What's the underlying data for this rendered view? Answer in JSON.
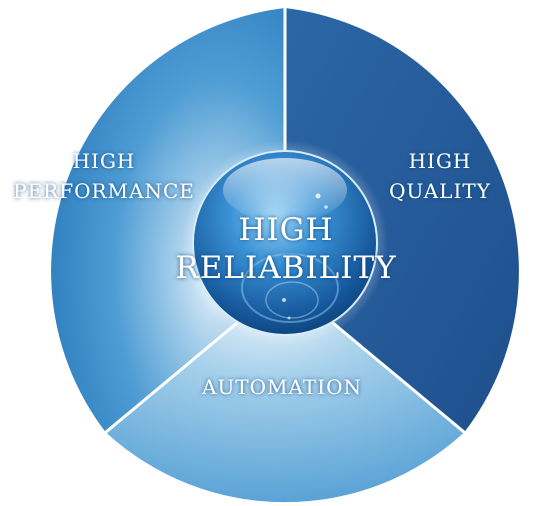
{
  "segments": {
    "performance": {
      "line1": "High",
      "line2": "performance"
    },
    "quality": {
      "line1": "High",
      "line2": "quality"
    },
    "automation": {
      "line1": "Automation"
    }
  },
  "center": {
    "line1": "High",
    "line2": "reliability"
  },
  "colors": {
    "performance": "#3e8fcb",
    "quality": "#245a9a",
    "automation": "#82bde0",
    "center_sphere": "#2f86c8",
    "divider": "#ffffff"
  }
}
